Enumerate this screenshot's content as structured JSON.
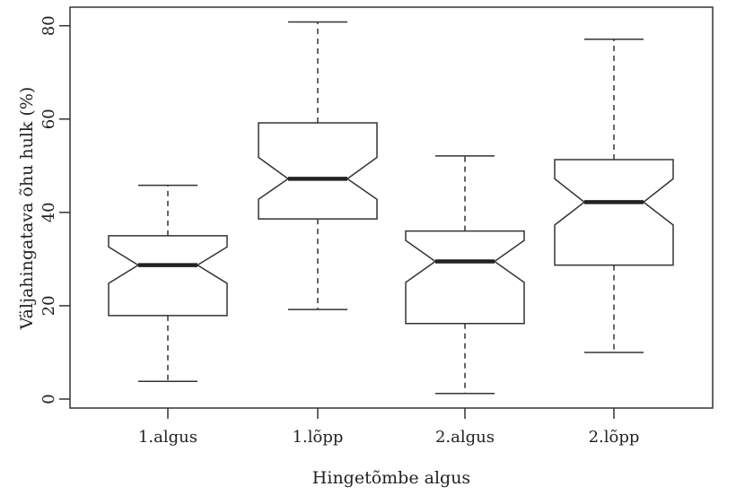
{
  "chart_data": {
    "type": "boxplot",
    "notched": true,
    "title": "",
    "xlabel": "Hingetõmbe algus",
    "ylabel": "Väljahingatava õhu hulk (%)",
    "ylim": [
      -2.0,
      84.3
    ],
    "yticks": [
      0,
      20,
      40,
      60,
      80
    ],
    "grid": false,
    "categories": [
      "1.algus",
      "1.lõpp",
      "2.algus",
      "2.lõpp"
    ],
    "boxes": [
      {
        "min": 3.8,
        "q1": 17.9,
        "median": 28.7,
        "q3": 35.0,
        "max": 45.8,
        "notch_low": 24.8,
        "notch_high": 32.6
      },
      {
        "min": 19.2,
        "q1": 38.6,
        "median": 47.2,
        "q3": 59.2,
        "max": 80.8,
        "notch_low": 42.8,
        "notch_high": 51.8
      },
      {
        "min": 1.2,
        "q1": 16.2,
        "median": 29.5,
        "q3": 36.0,
        "max": 52.1,
        "notch_low": 25.0,
        "notch_high": 34.0
      },
      {
        "min": 10.0,
        "q1": 28.7,
        "median": 42.2,
        "q3": 51.3,
        "max": 77.1,
        "notch_low": 37.3,
        "notch_high": 47.2
      }
    ],
    "colors": {
      "line": "#333333",
      "fill": "#ffffff"
    }
  }
}
